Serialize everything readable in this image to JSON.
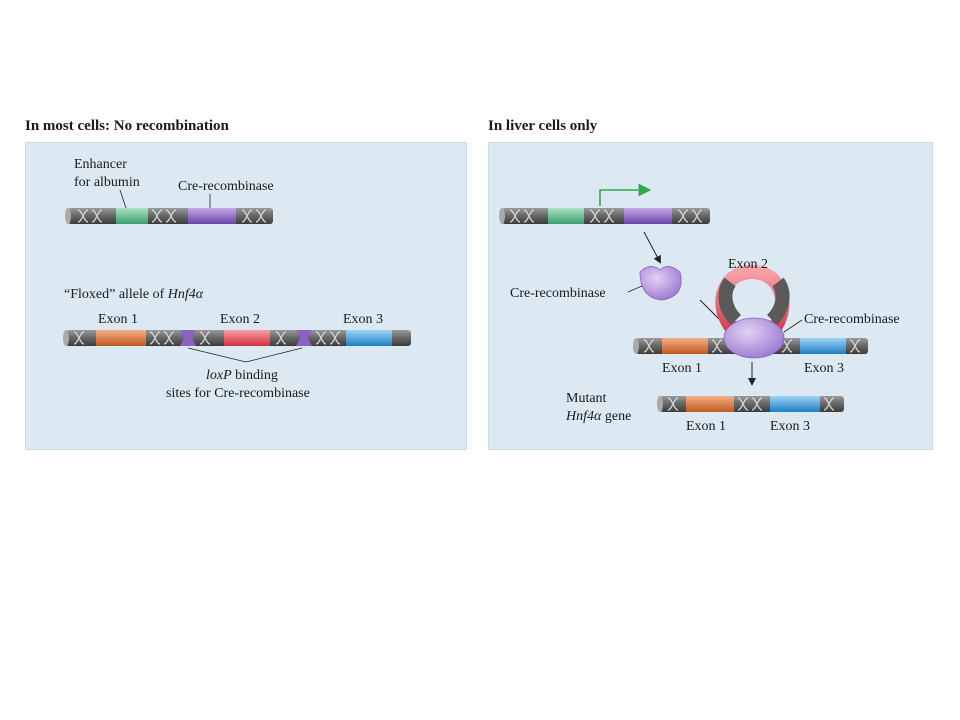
{
  "left_panel": {
    "title": "In most cells: No recombination",
    "enhancer_label_line1": "Enhancer",
    "enhancer_label_line2": "for albumin",
    "cre_label": "Cre-recombinase",
    "floxed_prefix": "“Floxed” allele of ",
    "floxed_gene": "Hnf4α",
    "exon1": "Exon 1",
    "exon2": "Exon 2",
    "exon3": "Exon 3",
    "loxp_italic": "loxP",
    "loxp_rest": " binding",
    "loxp_line2": "sites for Cre-recombinase"
  },
  "right_panel": {
    "title": "In liver cells only",
    "cre_protein_label": "Cre-recombinase",
    "exon2_loop": "Exon 2",
    "cre_complex_label": "Cre-recombinase",
    "exon1": "Exon 1",
    "exon3": "Exon 3",
    "mutant_line1": "Mutant",
    "mutant_gene": "Hnf4α",
    "mutant_rest": " gene",
    "mutant_exon1": "Exon 1",
    "mutant_exon3": "Exon 3"
  },
  "colors": {
    "panel_bg": "#dce9f2",
    "enhancer": "#5cbf8e",
    "cre": "#8a63c4",
    "exon1": "#e07a3a",
    "exon2": "#e8505e",
    "exon3": "#3aa0e0",
    "dna": "#5a5a5a",
    "promoter_arrow": "#2fa84f"
  }
}
